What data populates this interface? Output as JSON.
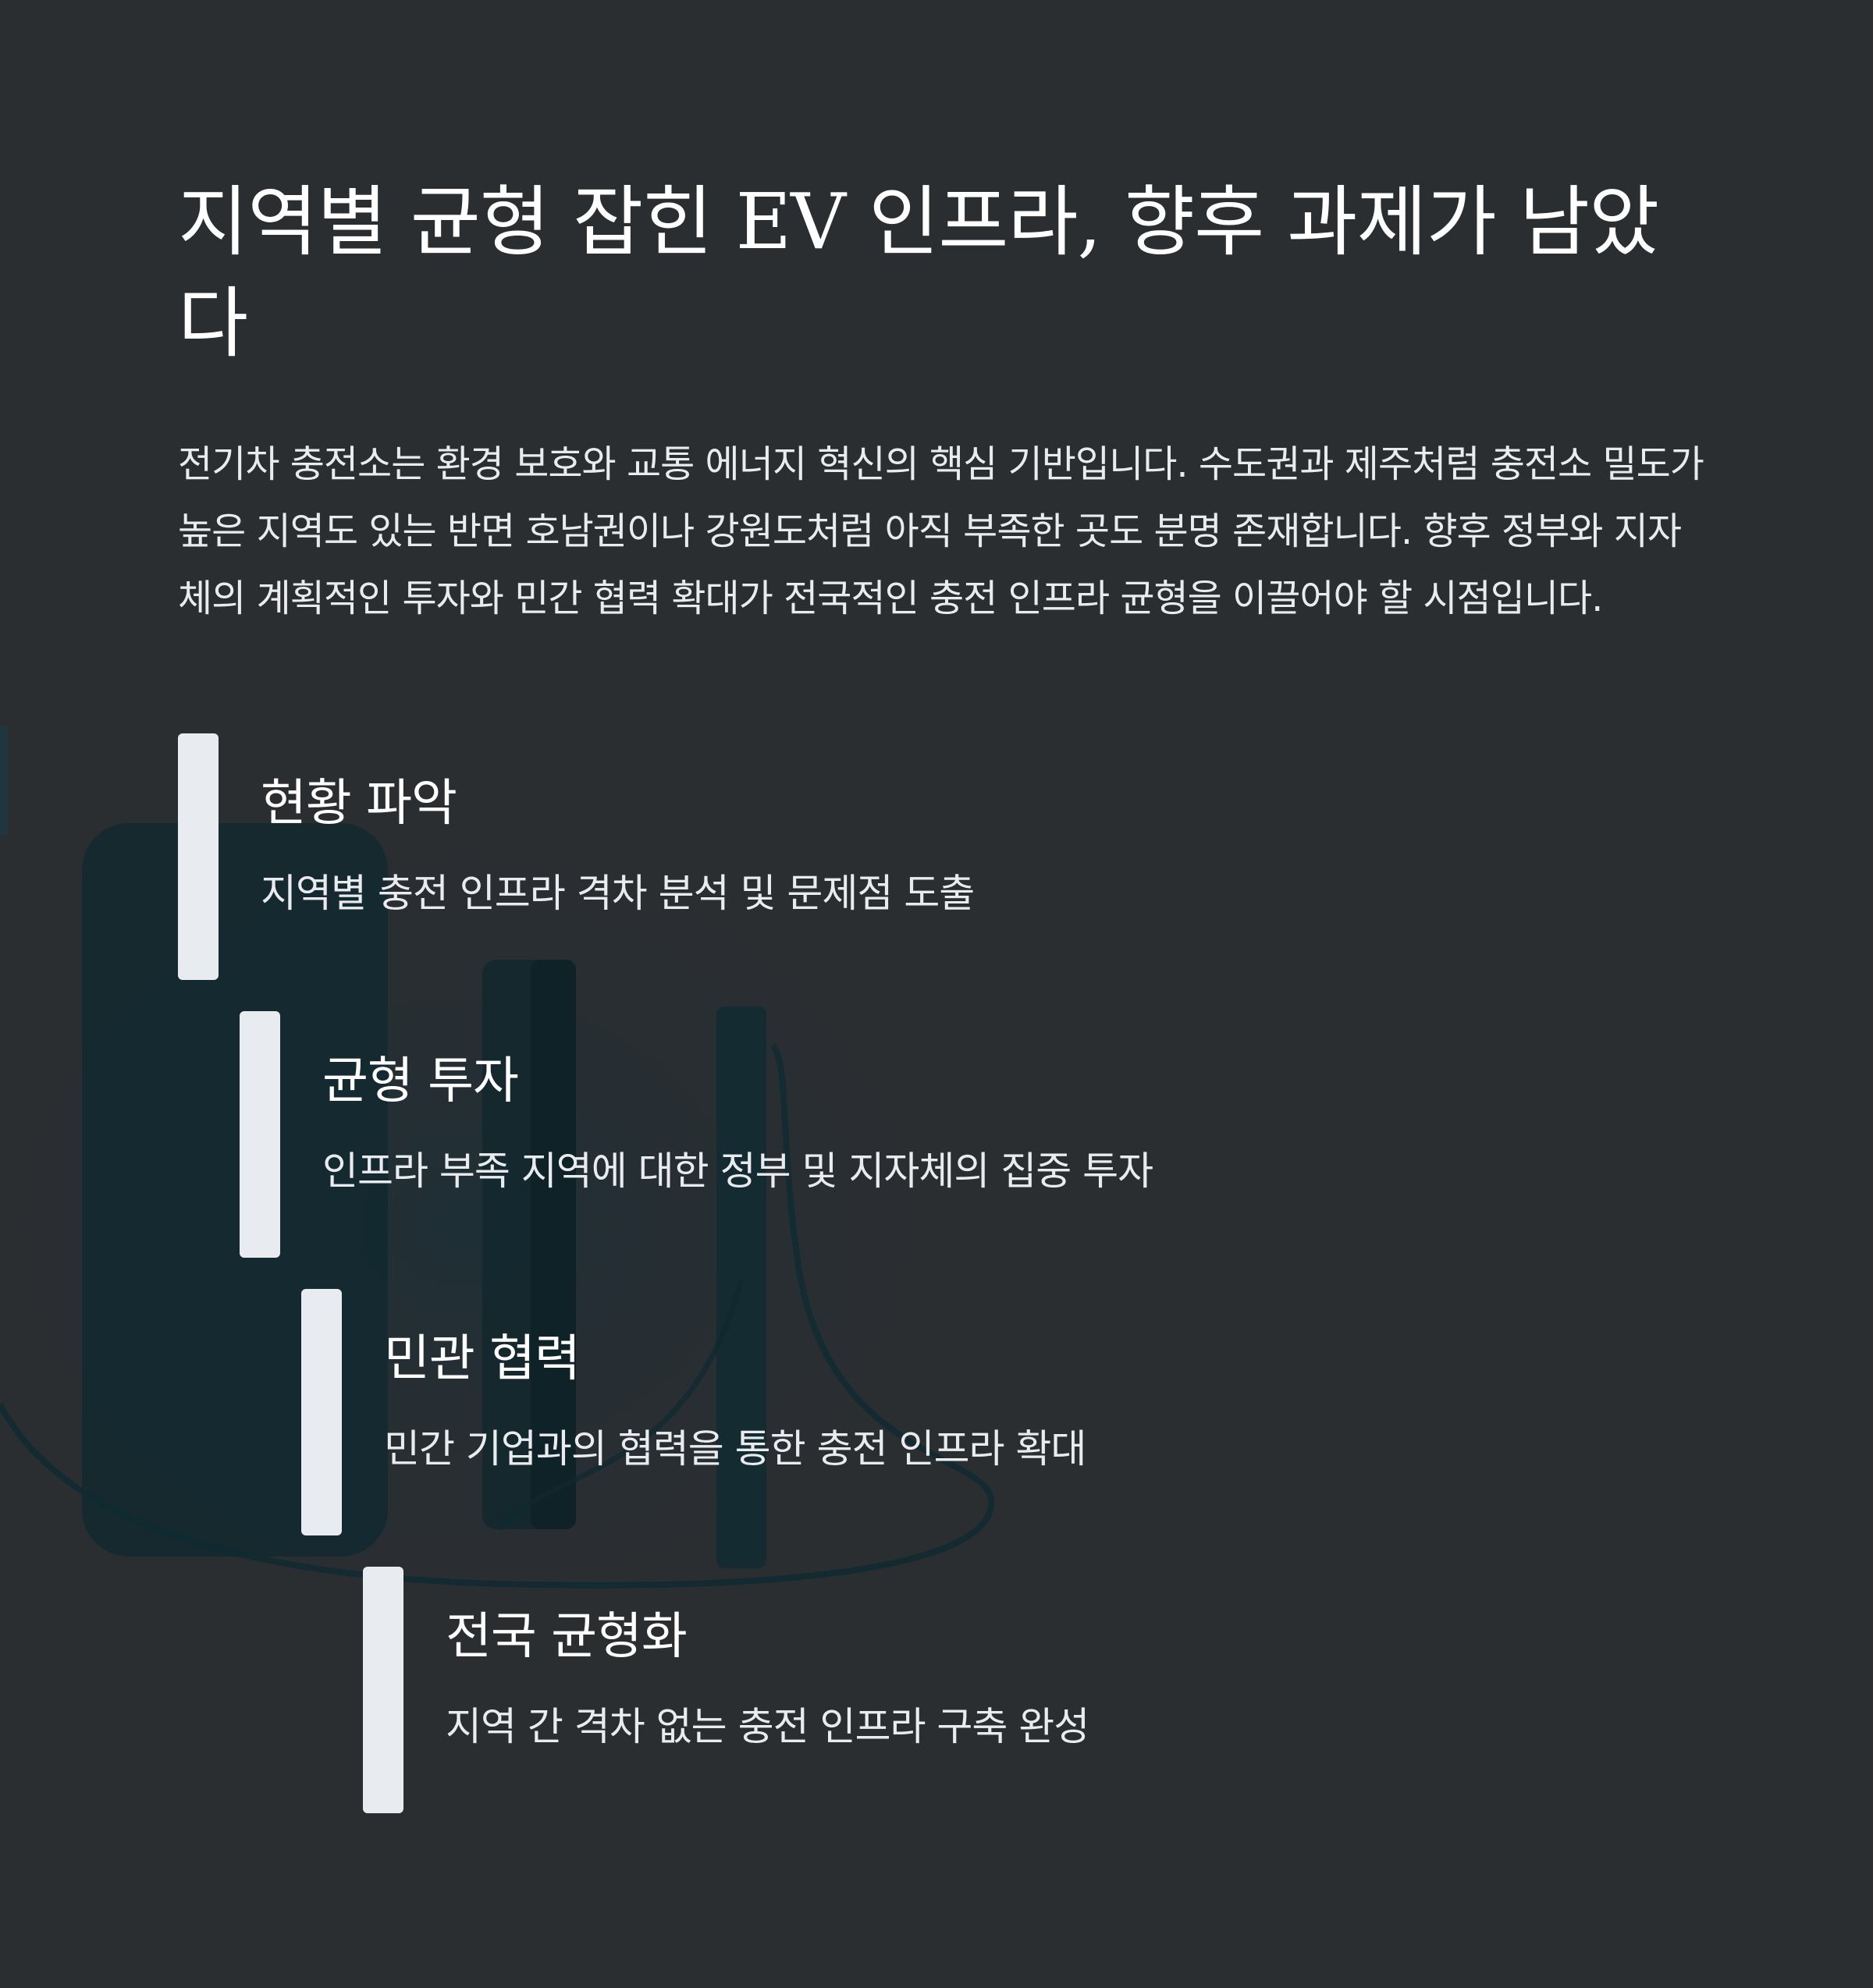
{
  "header": {
    "title": "지역별 균형 잡힌 EV 인프라, 향후 과제가 남았다"
  },
  "intro": {
    "text": "전기차 충전소는 환경 보호와 교통 에너지 혁신의 핵심 기반입니다. 수도권과 제주처럼 충전소 밀도가 높은 지역도 있는 반면 호남권이나 강원도처럼 아직 부족한 곳도 분명 존재합니다. 향후 정부와 지자체의 계획적인 투자와 민간 협력 확대가 전국적인 충전 인프라 균형을 이끌어야 할 시점입니다."
  },
  "steps": [
    {
      "title": "현황 파악",
      "description": "지역별 충전 인프라 격차 분석 및 문제점 도출"
    },
    {
      "title": "균형 투자",
      "description": "인프라 부족 지역에 대한 정부 및 지자체의 집중 투자"
    },
    {
      "title": "민관 협력",
      "description": "민간 기업과의 협력을 통한 충전 인프라 확대"
    },
    {
      "title": "전국 균형화",
      "description": "지역 간 격차 없는 충전 인프라 구축 완성"
    }
  ],
  "background": {
    "image_icon": "ev-charger-photo-icon",
    "base_color": "#2b2e31",
    "accent_color": "#e8ebf0"
  }
}
